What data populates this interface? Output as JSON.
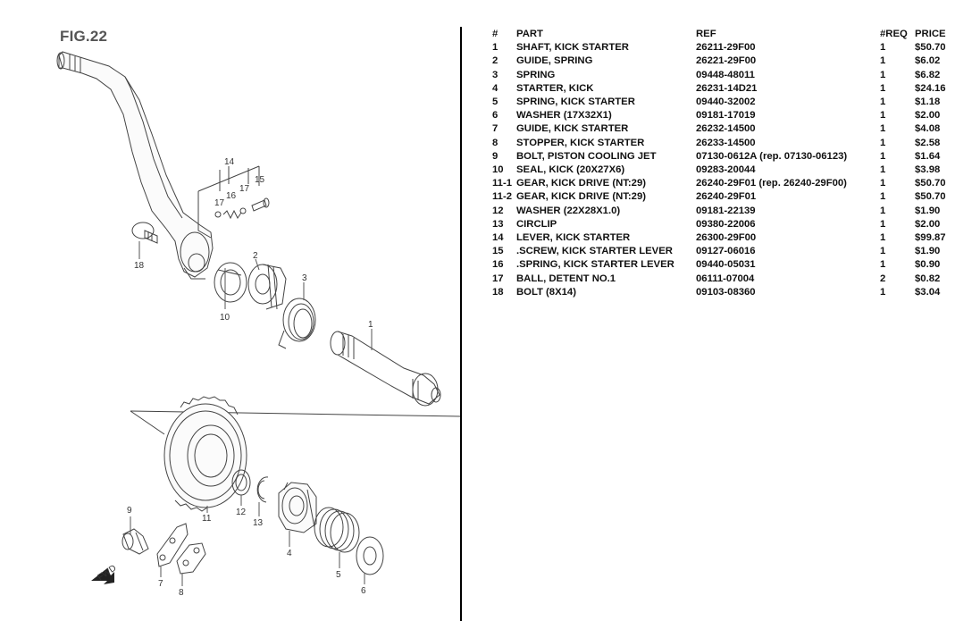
{
  "figure": {
    "title": "FIG.22",
    "callouts": [
      "14",
      "17",
      "16",
      "17",
      "15",
      "18",
      "2",
      "3",
      "10",
      "1",
      "9",
      "11",
      "12",
      "13",
      "4",
      "5",
      "6",
      "7",
      "8"
    ],
    "direction_badge": "FWD"
  },
  "parts_table": {
    "headers": {
      "num": "#",
      "part": "PART",
      "ref": "REF",
      "req": "#REQ",
      "price": "PRICE"
    },
    "rows": [
      {
        "num": "1",
        "part": "SHAFT, KICK STARTER",
        "ref": "26211-29F00",
        "req": "1",
        "price": "$50.70"
      },
      {
        "num": "2",
        "part": "GUIDE, SPRING",
        "ref": "26221-29F00",
        "req": "1",
        "price": "$6.02"
      },
      {
        "num": "3",
        "part": "SPRING",
        "ref": "09448-48011",
        "req": "1",
        "price": "$6.82"
      },
      {
        "num": "4",
        "part": "STARTER, KICK",
        "ref": "26231-14D21",
        "req": "1",
        "price": "$24.16"
      },
      {
        "num": "5",
        "part": "SPRING, KICK STARTER",
        "ref": "09440-32002",
        "req": "1",
        "price": "$1.18"
      },
      {
        "num": "6",
        "part": "WASHER (17X32X1)",
        "ref": "09181-17019",
        "req": "1",
        "price": "$2.00"
      },
      {
        "num": "7",
        "part": "GUIDE, KICK STARTER",
        "ref": "26232-14500",
        "req": "1",
        "price": "$4.08"
      },
      {
        "num": "8",
        "part": "STOPPER, KICK STARTER",
        "ref": "26233-14500",
        "req": "1",
        "price": "$2.58"
      },
      {
        "num": "9",
        "part": "BOLT, PISTON COOLING JET",
        "ref": "07130-0612A (rep. 07130-06123)",
        "req": "1",
        "price": "$1.64"
      },
      {
        "num": "10",
        "part": "SEAL, KICK (20X27X6)",
        "ref": "09283-20044",
        "req": "1",
        "price": "$3.98"
      },
      {
        "num": "11-1",
        "part": "GEAR, KICK DRIVE (NT:29)",
        "ref": "26240-29F01 (rep. 26240-29F00)",
        "req": "1",
        "price": "$50.70"
      },
      {
        "num": "11-2",
        "part": "GEAR, KICK DRIVE (NT:29)",
        "ref": "26240-29F01",
        "req": "1",
        "price": "$50.70"
      },
      {
        "num": "12",
        "part": "WASHER (22X28X1.0)",
        "ref": "09181-22139",
        "req": "1",
        "price": "$1.90"
      },
      {
        "num": "13",
        "part": "CIRCLIP",
        "ref": "09380-22006",
        "req": "1",
        "price": "$2.00"
      },
      {
        "num": "14",
        "part": "LEVER, KICK STARTER",
        "ref": "26300-29F00",
        "req": "1",
        "price": "$99.87"
      },
      {
        "num": "15",
        "part": ".SCREW, KICK STARTER LEVER",
        "ref": "09127-06016",
        "req": "1",
        "price": "$1.90"
      },
      {
        "num": "16",
        "part": ".SPRING, KICK STARTER LEVER",
        "ref": "09440-05031",
        "req": "1",
        "price": "$0.90"
      },
      {
        "num": "17",
        "part": "BALL, DETENT NO.1",
        "ref": "06111-07004",
        "req": "2",
        "price": "$0.82"
      },
      {
        "num": "18",
        "part": "BOLT (8X14)",
        "ref": "09103-08360",
        "req": "1",
        "price": "$3.04"
      }
    ]
  }
}
